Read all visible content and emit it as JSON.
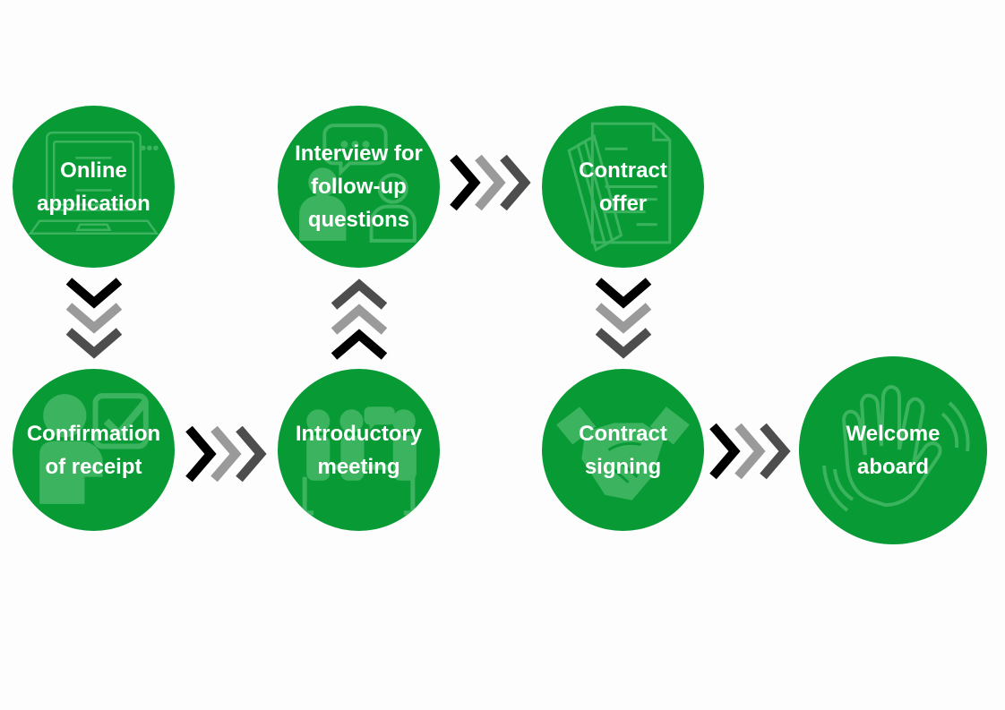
{
  "diagram": {
    "title": "Recruitment process",
    "colors": {
      "circle": "#079a35",
      "text": "#ffffff",
      "chevron_1": "#000000",
      "chevron_2": "#9a9a9a",
      "chevron_3": "#4d4d4d"
    },
    "steps": [
      {
        "id": "online-application",
        "label": "Online\napplication",
        "icon": "laptop-icon"
      },
      {
        "id": "confirmation-of-receipt",
        "label": "Confirmation\nof receipt",
        "icon": "person-checkmark-icon"
      },
      {
        "id": "introductory-meeting",
        "label": "Introductory\nmeeting",
        "icon": "meeting-icon"
      },
      {
        "id": "interview",
        "label": "Interview for\nfollow-up\nquestions",
        "icon": "chat-people-icon"
      },
      {
        "id": "contract-offer",
        "label": "Contract\noffer",
        "icon": "document-icon"
      },
      {
        "id": "contract-signing",
        "label": "Contract\nsigning",
        "icon": "handshake-icon"
      },
      {
        "id": "welcome-aboard",
        "label": "Welcome\naboard",
        "icon": "waving-hand-icon"
      }
    ],
    "connectors": [
      {
        "from": "online-application",
        "to": "confirmation-of-receipt",
        "direction": "down"
      },
      {
        "from": "confirmation-of-receipt",
        "to": "introductory-meeting",
        "direction": "right"
      },
      {
        "from": "introductory-meeting",
        "to": "interview",
        "direction": "up"
      },
      {
        "from": "interview",
        "to": "contract-offer",
        "direction": "right"
      },
      {
        "from": "contract-offer",
        "to": "contract-signing",
        "direction": "down"
      },
      {
        "from": "contract-signing",
        "to": "welcome-aboard",
        "direction": "right"
      }
    ]
  }
}
